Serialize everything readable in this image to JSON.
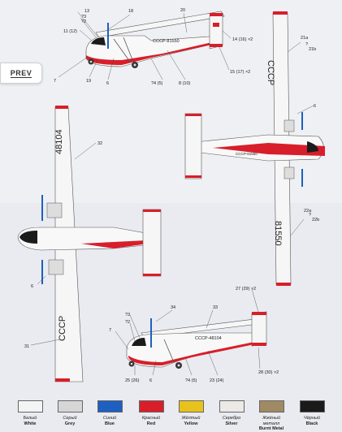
{
  "nav": {
    "prev_label": "PREV"
  },
  "registrations": {
    "top_side": "СССР-81550",
    "top_wing": "СССР",
    "top_wing_number": "81550",
    "left_wing_number": "48104",
    "left_wing_cccp": "СССР",
    "bottom_side": "СССР-48104",
    "middle_side": "СССР-81550"
  },
  "callouts": {
    "top": [
      "13",
      "?3",
      "?2",
      "11 (12)",
      "7",
      "19",
      "6",
      "18",
      "20",
      "?4 (5)",
      "8 (10)",
      "14 (16) ×2",
      "15 (17) ×2"
    ],
    "right": [
      "21a",
      "?",
      "21b",
      "6",
      "22a",
      "?",
      "22b"
    ],
    "left": [
      "32",
      "6",
      "31"
    ],
    "bottom": [
      "27 (29) ×2",
      "34",
      "33",
      "?3",
      "?2",
      "7",
      "25 (26)",
      "6",
      "?4 (5)",
      "23 (24)",
      "28 (30) ×2"
    ]
  },
  "swatches": [
    {
      "ru": "Белый",
      "en": "White",
      "color": "#f4f4f4"
    },
    {
      "ru": "Серый",
      "en": "Grey",
      "color": "#d6d6d6"
    },
    {
      "ru": "Синий",
      "en": "Blue",
      "color": "#1e5fc0"
    },
    {
      "ru": "Красный",
      "en": "Red",
      "color": "#d81e2a"
    },
    {
      "ru": "Жёлтый",
      "en": "Yellow",
      "color": "#e8c21c"
    },
    {
      "ru": "Серебро",
      "en": "Silver",
      "color": "#eceae6"
    },
    {
      "ru": "Жжёный металл",
      "en": "Burnt Metal",
      "color": "#a08a63"
    },
    {
      "ru": "Чёрный",
      "en": "Black",
      "color": "#1a1a1a"
    }
  ]
}
